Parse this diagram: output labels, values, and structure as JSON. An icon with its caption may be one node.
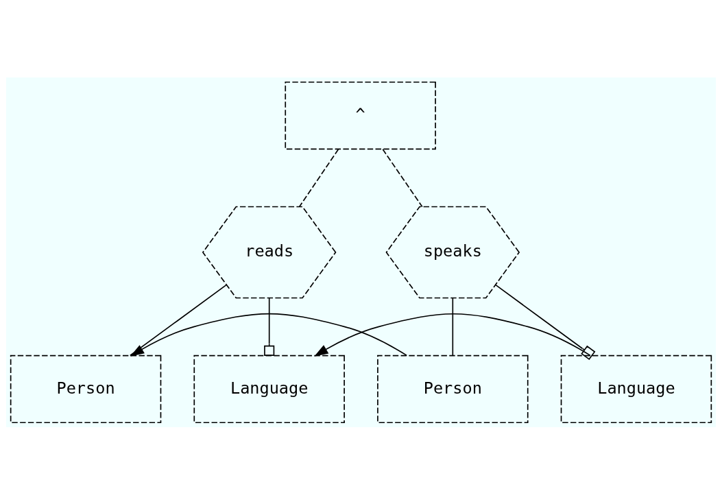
{
  "diagram": {
    "nodes": [
      {
        "text": [
          "^"
        ]
      },
      {
        "text": [
          "reads"
        ]
      },
      {
        "text": [
          "speaks"
        ]
      },
      {
        "text": [
          "Person"
        ]
      },
      {
        "text": [
          "Language"
        ]
      },
      {
        "text": [
          "Person"
        ]
      },
      {
        "text": [
          "Language"
        ]
      }
    ],
    "edges": [
      {
        "from": 0,
        "to": 1,
        "arrow": "none",
        "style": "dashed"
      },
      {
        "from": 0,
        "to": 2,
        "arrow": "none",
        "style": "dashed"
      },
      {
        "from": 1,
        "to": 3,
        "arrow": "none"
      },
      {
        "from": 1,
        "to": 4,
        "arrow": "other"
      },
      {
        "from": 2,
        "to": 5,
        "arrow": "none"
      },
      {
        "from": 2,
        "to": 6,
        "arrow": "other"
      },
      {
        "from": 5,
        "to": 3,
        "arrow": "to"
      },
      {
        "from": 6,
        "to": 4,
        "arrow": "to"
      }
    ]
  }
}
